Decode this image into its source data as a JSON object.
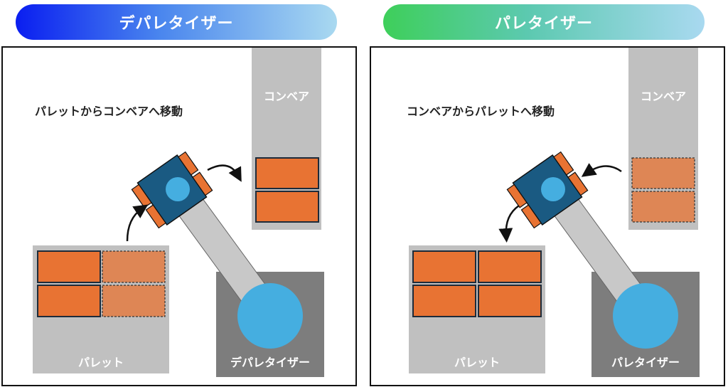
{
  "left": {
    "title": "デパレタイザー",
    "description": "パレットからコンベアへ移動",
    "conveyor_label": "コンベア",
    "pallet_label": "パレット",
    "robot_label": "デパレタイザー"
  },
  "right": {
    "title": "パレタイザー",
    "description": "コンベアからパレットへ移動",
    "conveyor_label": "コンベア",
    "pallet_label": "パレット",
    "robot_label": "パレタイザー"
  },
  "colors": {
    "box": "#e87333",
    "box_faded": "#de8655",
    "gripper": "#1a5a82",
    "joint": "#45aee0",
    "arm": "#c8c8c8",
    "pallet_area": "#c0c0c0",
    "robot_base": "#7d7d7d"
  }
}
